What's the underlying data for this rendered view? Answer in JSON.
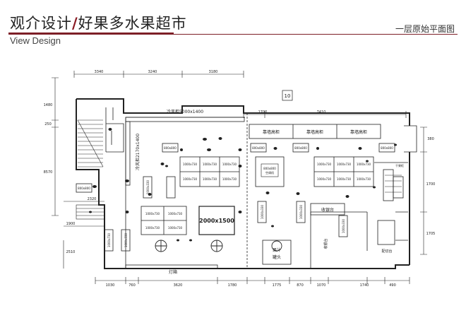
{
  "header": {
    "title_prefix": "观介设计",
    "title_sep": "/",
    "title_main": "好果多水果超市",
    "subtitle": "View Design",
    "plan_name": "一层原始平面图"
  },
  "plan": {
    "top_dims": [
      "3340",
      "3240",
      "3180"
    ],
    "upper_right_dims": [
      "1700",
      "7410"
    ],
    "left_dims": [
      "1480",
      "250",
      "8570"
    ],
    "lower_left_dims": [
      "2320",
      "1900",
      "2510",
      "1000x730"
    ],
    "bottom_dims": [
      "1030",
      "760",
      "3620",
      "1780",
      "1775",
      "870",
      "1070",
      "1740",
      "490"
    ],
    "right_dims": [
      "380",
      "1700",
      "1705"
    ],
    "cold_cabinet_top": "冷风柜5000x1400",
    "cold_cabinet_side": "冷风柜2170x1400",
    "high_cabinets": [
      "靠墙高柜",
      "靠墙高柜",
      "靠墙高柜"
    ],
    "small_table": "800x800",
    "table_label": "1000x730",
    "table_vertical": "1000x330",
    "island": "2000x1500",
    "cash_counter": "收银台",
    "aisle_counter": "收银台",
    "prep_station": "配切台",
    "shelf_label": "干果柜",
    "bottom_label": "灯箱",
    "center_sign_1": "空调机",
    "center_sign_2": "果汁",
    "center_sign_3": "罐头",
    "stamp": "10"
  }
}
